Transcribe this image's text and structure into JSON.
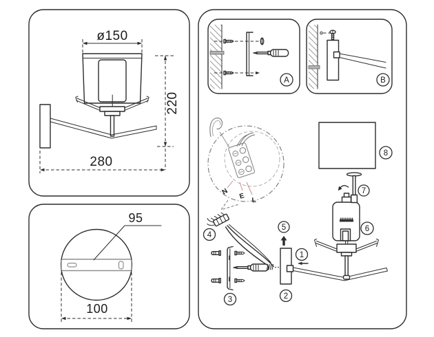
{
  "colors": {
    "line": "#2c2c2c",
    "soft_gray": "#8f8f8f",
    "wire_leader_red": "#c98b8b",
    "background": "#ffffff"
  },
  "overview_panel": {
    "shade_diameter_label": "ø150",
    "height_label": "220",
    "width_label": "280"
  },
  "plate_panel": {
    "bracket_length_label": "95",
    "plate_diameter_label": "100"
  },
  "steps": {
    "step_a_label": "A",
    "step_b_label": "B"
  },
  "wiring": {
    "neutral_label": "N",
    "earth_label": "E",
    "live_label": "L"
  },
  "parts": {
    "p1": "1",
    "p2": "2",
    "p3": "3",
    "p4": "4",
    "p5": "5",
    "p6": "6",
    "p7": "7",
    "p8": "8"
  }
}
